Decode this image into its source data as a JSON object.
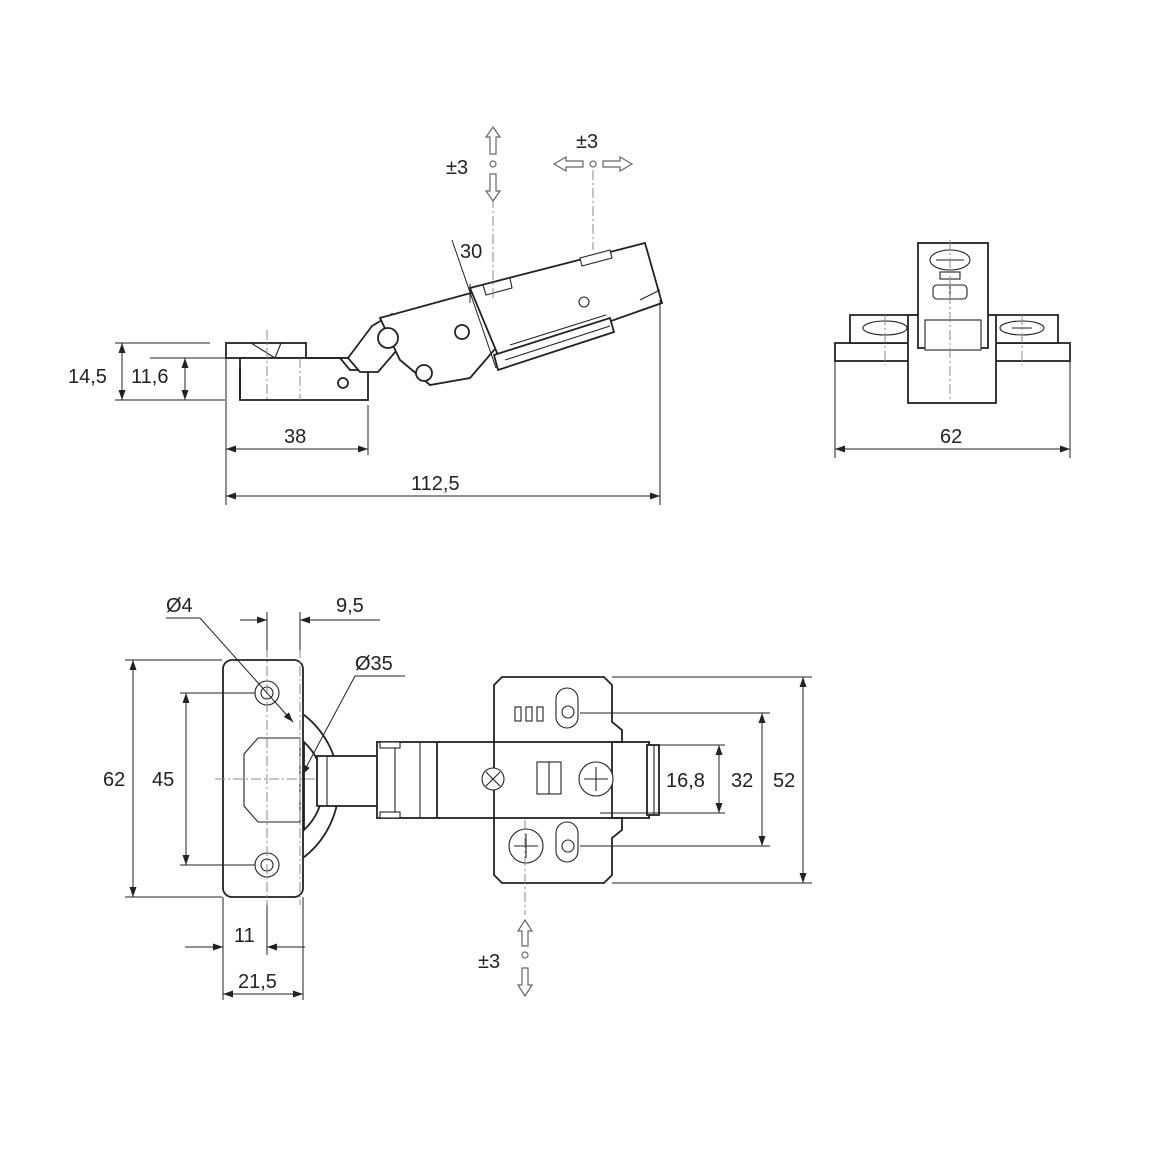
{
  "drawing": {
    "side_view": {
      "dimensions": {
        "total_height": "14,5",
        "cup_depth": "11,6",
        "cup_offset": "38",
        "total_length": "112,5",
        "angle": "30"
      },
      "adjustments": {
        "depth": "±3",
        "lateral": "±3"
      }
    },
    "end_view": {
      "dimensions": {
        "plate_width": "62"
      }
    },
    "top_view": {
      "dimensions": {
        "screw_hole_diameter": "Ø4",
        "hole_offset": "9,5",
        "cup_diameter": "Ø35",
        "plate_height": "62",
        "hole_spacing": "45",
        "edge_to_hole": "11",
        "edge_to_cup_center": "21,5",
        "mount_hole_spacing_inner": "16,8",
        "mount_hole_spacing": "32",
        "mount_plate_height": "52"
      },
      "adjustments": {
        "height": "±3"
      }
    }
  }
}
